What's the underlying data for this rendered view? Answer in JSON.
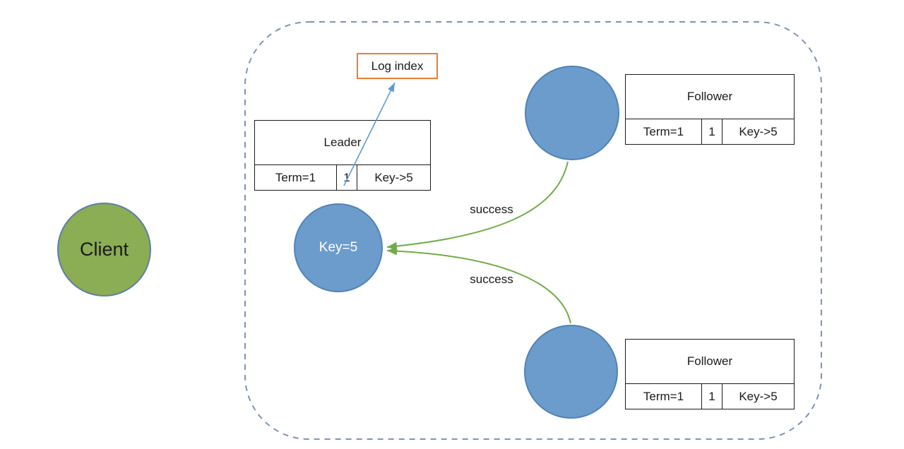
{
  "client": {
    "label": "Client"
  },
  "cluster": {
    "log_index": {
      "label": "Log index"
    },
    "leader": {
      "title": "Leader",
      "term": "Term=1",
      "log_slot": "1",
      "entry": "Key->5",
      "state_label": "Key=5"
    },
    "followers": [
      {
        "title": "Follower",
        "term": "Term=1",
        "log_slot": "1",
        "entry": "Key->5",
        "ack_label": "success"
      },
      {
        "title": "Follower",
        "term": "Term=1",
        "log_slot": "1",
        "entry": "Key->5",
        "ack_label": "success"
      }
    ]
  },
  "colors": {
    "client_fill": "#8BAD54",
    "node_fill": "#6C9CCC",
    "node_border": "#5183B5",
    "cluster_boundary": "#7E93B8",
    "log_index_arrow": "#5B9BD5",
    "success_arrow": "#70AD47",
    "log_index_border": "#ED7D31"
  }
}
